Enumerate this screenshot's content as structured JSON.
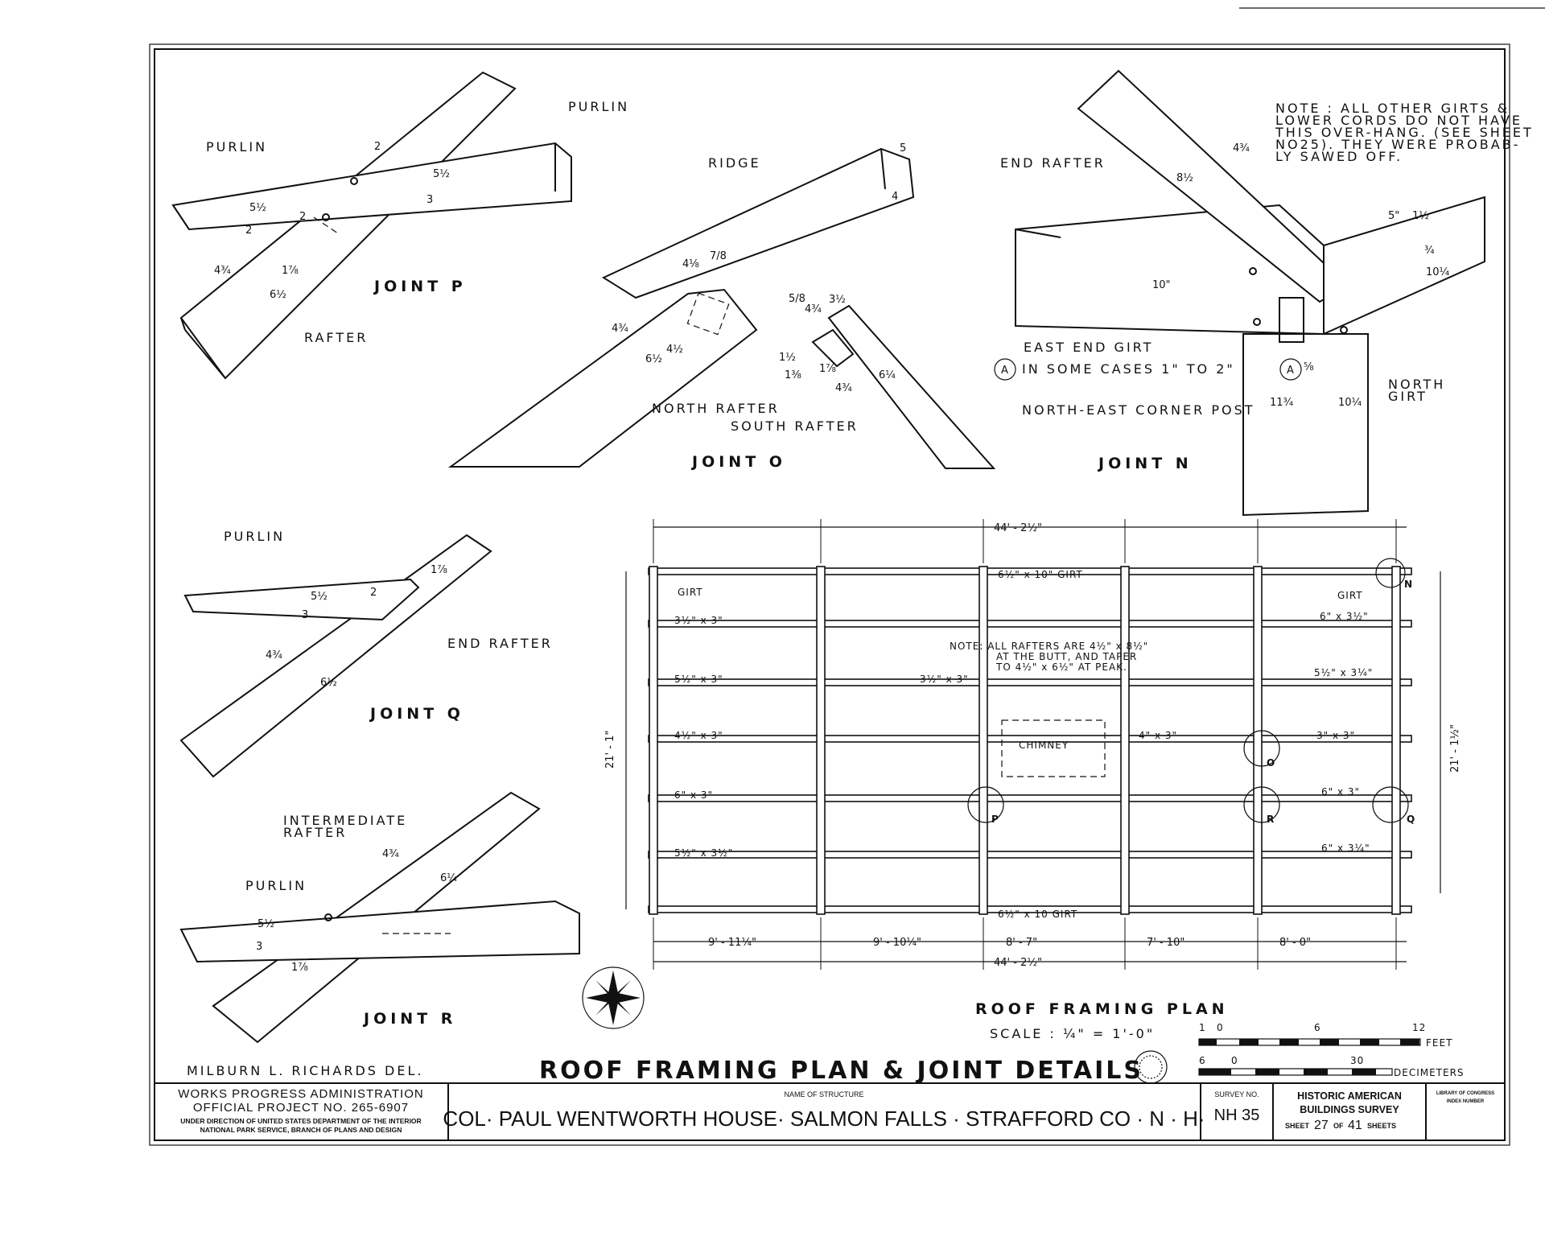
{
  "sheet": {
    "title": "ROOF FRAMING PLAN & JOINT DETAILS",
    "delineator": "MILBURN L. RICHARDS DEL."
  },
  "joint_p": {
    "title": "JOINT P",
    "labels": {
      "purlin_left": "PURLIN",
      "purlin_right": "PURLIN",
      "rafter": "RAFTER"
    },
    "dims": [
      "2",
      "5½",
      "5½",
      "2",
      "3",
      "2",
      "1⅞",
      "4¾",
      "6½"
    ]
  },
  "joint_o": {
    "title": "JOINT O",
    "labels": {
      "ridge": "RIDGE",
      "north_rafter": "NORTH RAFTER",
      "south_rafter": "SOUTH RAFTER"
    },
    "dims": [
      "5",
      "4",
      "4⅛",
      "7/8",
      "4¾",
      "6½",
      "4½",
      "5/8",
      "4¾",
      "3½",
      "1½",
      "1⅜",
      "1⅞",
      "4¾",
      "6¼"
    ]
  },
  "joint_n": {
    "title": "JOINT N",
    "labels": {
      "end_rafter": "END RAFTER",
      "east_end_girt": "EAST END GIRT",
      "note_a": "IN SOME CASES 1\" TO 2\"",
      "corner_post": "NORTH-EAST CORNER POST",
      "north_girt_1": "NORTH",
      "north_girt_2": "GIRT",
      "marker_a": "A"
    },
    "dims": [
      "4¾",
      "8½",
      "5\"",
      "1½",
      "¾",
      "10¼",
      "10\"",
      "⅝",
      "11¾",
      "10¼"
    ],
    "note_lines": [
      "NOTE : ALL OTHER GIRTS &",
      "LOWER CORDS DO NOT HAVE",
      "THIS OVER-HANG. (SEE SHEET",
      "NO25). THEY WERE PROBAB-",
      "LY SAWED OFF."
    ]
  },
  "joint_q": {
    "title": "JOINT Q",
    "labels": {
      "purlin": "PURLIN",
      "end_rafter": "END RAFTER"
    },
    "dims": [
      "5½",
      "2",
      "1⅞",
      "4¾",
      "6½",
      "3"
    ]
  },
  "joint_r": {
    "title": "JOINT R",
    "labels": {
      "intermediate_1": "INTERMEDIATE",
      "intermediate_2": "RAFTER",
      "purlin": "PURLIN"
    },
    "dims": [
      "4¾",
      "6¼",
      "5½",
      "1⅞",
      "3"
    ]
  },
  "plan": {
    "title": "ROOF FRAMING PLAN",
    "scale": "SCALE : ¼\" = 1'-0\"",
    "overall_top": "44' - 2½\"",
    "overall_bottom": "44' - 2½\"",
    "height_left": "21' - 1\"",
    "height_right": "21' - 1½\"",
    "bays": [
      "9' - 11¼\"",
      "9' - 10¼\"",
      "8' - 7\"",
      "7' - 10\"",
      "8' - 0\""
    ],
    "top_girt": "6½\" x 10\" GIRT",
    "bottom_girt": "6½\" x 10 GIRT",
    "girt_left": "GIRT",
    "girt_right": "GIRT",
    "north": "N",
    "chimney": "CHIMNEY",
    "note_lines": [
      "NOTE: ALL RAFTERS ARE 4½\" x 8½\"",
      "AT THE BUTT, AND TAPER",
      "TO 4½\" x 6½\" AT PEAK."
    ],
    "purlins_left": [
      "3½\" x 3\"",
      "5½\" x 3\"",
      "4½\" x 3\"",
      "6\" x 3\"",
      "5½\" x 3½\""
    ],
    "purlin_mid": "3½\" x 3\"",
    "purlin_chimney_right": "4\" x 3\"",
    "purlins_right": [
      "6\" x 3½\"",
      "5½\" x 3¼\"",
      "3\" x 3\"",
      "6\" x 3\"",
      "6\" x 3¼\""
    ],
    "joint_markers": [
      "O",
      "P",
      "R",
      "Q"
    ]
  },
  "scale_bar": {
    "feet_ticks": [
      "1",
      "0",
      "6",
      "12"
    ],
    "feet_label": "FEET",
    "dm_ticks": [
      "6",
      "0",
      "30"
    ],
    "dm_label": "DECIMETERS"
  },
  "title_block": {
    "wpa_1": "WORKS PROGRESS ADMINISTRATION",
    "wpa_2": "OFFICIAL PROJECT NO. 265-6907",
    "wpa_3": "UNDER DIRECTION OF UNITED STATES DEPARTMENT OF THE INTERIOR",
    "wpa_4": "NATIONAL PARK SERVICE, BRANCH OF PLANS AND DESIGN",
    "structure_caption": "NAME OF STRUCTURE",
    "structure": "COL· PAUL WENTWORTH HOUSE· SALMON FALLS · STRAFFORD CO · N · H·",
    "survey_caption": "SURVEY NO.",
    "survey_no": "NH 35",
    "habs_1": "HISTORIC AMERICAN",
    "habs_2": "BUILDINGS SURVEY",
    "sheet_prefix": "SHEET",
    "sheet_no": "27",
    "sheet_of": "OF",
    "sheet_total": "41",
    "sheet_suffix": "SHEETS",
    "loc_1": "LIBRARY OF CONGRESS",
    "loc_2": "INDEX NUMBER"
  }
}
